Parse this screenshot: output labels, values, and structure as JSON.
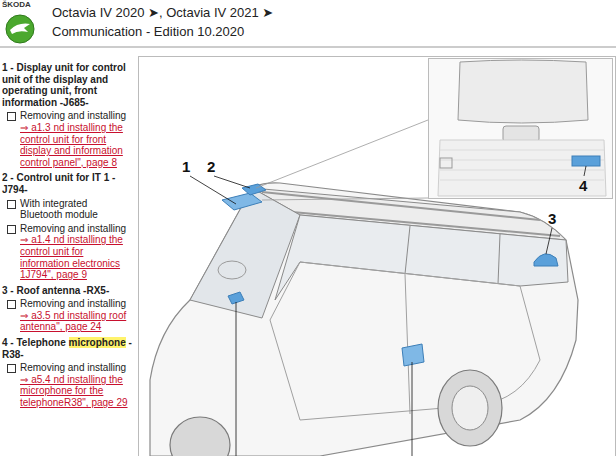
{
  "diagram": {
    "labels": [
      "ŠKODA",
      "Octavia IV 2020 ➤, Octavia IV 2021 ➤",
      "Communication - Edition 10.2020",
      "1 - Display unit for control unit of the display and operating unit, front information -J685-",
      "Removing and installing",
      "⇒ a1.3 nd installing the control unit for front display and information control panel\", page 8",
      "2 - Control unit for IT 1 -J794-",
      "With integrated Bluetooth module",
      "Removing and installing",
      "⇒ a1.4 nd installing the control unit for information electronics 1J794\", page 9",
      "3 - Roof antenna -RX5-",
      "Removing and installing",
      "⇒ a3.5 nd installing roof antenna\", page 24",
      "4 - Telephone",
      "microphone",
      "-R38-",
      "Removing and installing",
      "⇒ a5.4 nd installing the microphone for the telephoneR38\", page 29",
      "1",
      "2",
      "3",
      "4"
    ]
  }
}
